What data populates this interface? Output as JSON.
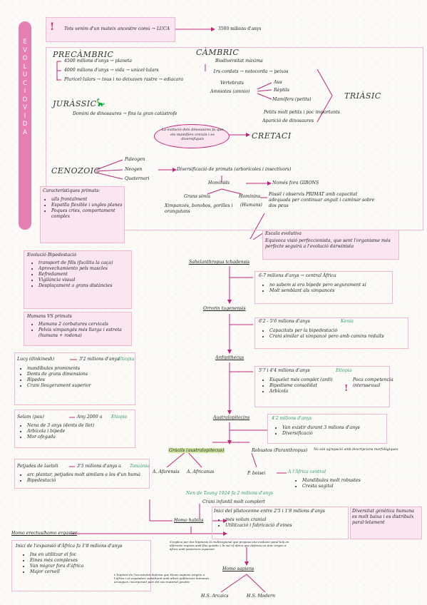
{
  "sidebar": {
    "letters": [
      "E",
      "V",
      "O",
      "L",
      "U",
      "C",
      "I",
      "O",
      " ",
      "V",
      "I",
      "D",
      "A"
    ]
  },
  "top": {
    "luca": "Tots venim d'un mateix ancestre comú → LUCA",
    "luca_age": "3500 milions d'anys"
  },
  "precambric": {
    "title": "PRECÀMBRIC",
    "items": [
      "4500 milions d'anys → planeta",
      "4000 milions d'anys → vida → unicel·lulars",
      "Pluricel·lulars → tous i no deixaven rastre → ediacara"
    ]
  },
  "cambric": {
    "title": "CÀMBRIC",
    "line1": "Biodiversitat màxima",
    "line2": "1rs cordats → notocorda → peixos",
    "vert": "Vertebrats",
    "amnio": "Amniotes (amnio)",
    "branches": [
      "Aus",
      "Rèptils",
      "Mamífers (petits)"
    ],
    "line3": "Petits molt petits i poc importants",
    "line4": "Aparició de dinosaures"
  },
  "triasic": "TRIÀSIC",
  "jurassic": {
    "title": "JURÀSSIC",
    "line": "Domini de dinosaures → fins la gran catàstrofe"
  },
  "extincio": "La extinció dels dinosaures fa que els mamífers creixin i es diversifiquin",
  "cretaci": "CRETACI",
  "cenozoic": {
    "title": "CENOZOIC",
    "branches": [
      "Paleogen",
      "Neogen",
      "Quaternari"
    ],
    "div": "Diversificació de primats (arborícoles i insectívors)",
    "hominids": "Homínids",
    "grans": "Grans simis",
    "hominins": "Homínins",
    "gibons": "Només fora GIBONS",
    "simis": "Ximpanzés, bonobos, gorilles i orangutans",
    "humans": "(Humans)",
    "fossil": "Fòssil i observis PRIMAT amb capacitat adequada per continuar anguit i caminar sobre dos peus"
  },
  "caract": {
    "title": "Característiques primats:",
    "items": [
      "ulls frontalment",
      "Espatlla flexible i ungles planes",
      "Poques cries, comportament complex"
    ]
  },
  "escala": {
    "title": "Escala evolutiva",
    "text": "Equivoca visió perfeccionista, que sent l'organisme més perfecte seguirà a l'evolució darwinista"
  },
  "bipedestacio": {
    "title": "Evolució Bipedestació",
    "items": [
      "transport de fills (facilita la caça)",
      "Aprovechamiento pels mascles",
      "Refredament",
      "Vigilància visual",
      "Desplaçament a grans distàncies"
    ]
  },
  "humans_primats": {
    "title": "Humans VS primats",
    "items": [
      "Humans 2 corbatures cervicals",
      "Pelvis ximpangés més llarga i estreta (humans + rodona)"
    ]
  },
  "sahel": {
    "name": "Sahelanthropus tchadensis",
    "age": "6-7 milions d'anys → central Àfrica",
    "items": [
      "no sabem si era bípede pero segurament sí",
      "Molt semblant als ximpancés"
    ]
  },
  "orrorin": {
    "name": "Orrorin tugenensis",
    "age": "6'2 - 5'6 milions d'anys",
    "place": "Kenia",
    "items": [
      "Capacitats per la bipedestació",
      "Crani similar al ximpanzé pero amb camins reduïts"
    ]
  },
  "ardi": {
    "name": "Ardipithecus",
    "age": "5'7 i 4'4 milions d'anys",
    "place": "Etiopia",
    "items": [
      "Esquelet més complet (ardi)",
      "Bipedisme consolidat",
      "Arbícola"
    ],
    "note": "Poca competencia interssexual"
  },
  "lucy": {
    "title": "Lucy (dinkinesh)",
    "age": "3'2 milions d'anys",
    "place": "Etiopia",
    "items": [
      "mandíbules prominents",
      "Dents de grans dimensions",
      "Bípedes",
      "Crani lleugerament superior"
    ]
  },
  "selam": {
    "title": "Selam (pau)",
    "age": "Any 2000 a",
    "place": "Etiopia",
    "items": [
      "Nena de 3 anys (dents de llet)",
      "Arbícola i bípede",
      "Mor ofegada"
    ]
  },
  "laetoli": {
    "title": "Petjades de laetoli",
    "age": "3'5 milions d'anys a",
    "place": "Tanzània",
    "items": [
      "arc plantar, petjades molt similars a les d'un humà",
      "Bipedestació"
    ]
  },
  "australo": {
    "name": "Australopitecins",
    "age": "4'2 milions d'anys",
    "items": [
      "Van existir durant 3 milions d'anys",
      "Diversificació"
    ]
  },
  "graciles": "Gràcils (australopitecus)",
  "robustos": "Robustos (Paranthropus)",
  "no_agrupacio": "No són agrupació amb descripcions morfològiques",
  "afarensis": "A. Afarensis",
  "africanus": "A. Africanus",
  "boisei": "P. boisei",
  "africa_central": "A l'Àfrica central",
  "robust_items": [
    "Mandíbules molt robustes",
    "Cresta sagital"
  ],
  "taung": "Nen de Taung 1924 fa 2 milions d'anys",
  "taung2": "Crani infantil molt complert",
  "habilis": {
    "name": "Homo habilis",
    "age": "Inici del plistocenne entre 2'5 i 1'8 milions d'anys",
    "items": [
      "més volum cranial",
      "Utilització i fabricació d'eines"
    ]
  },
  "diversitat": "Diversitat genètica humana es molt baixa i es distribuïx paral·lelament",
  "erectus": {
    "name": "Homo erectus/homo ergaster",
    "age": "Inici de l'expansió d'Àfrica fa 1'8 milions d'anys",
    "items": [
      "Ins en utilitzar el foc",
      "Eines més complexes",
      "Van migrar fora d'àfrica",
      "Major cervell"
    ]
  },
  "multi": "S'explica per dos hipòtesis la multiregional que proposa una evolució paral·lela en diferents regions amb flux genètic i la out of africa que defensa un únic origen a àfrica amb posteriors expansió",
  "out": "L'hipòtesi de l'excesivitat defensa que Homo sapiens sorgeix a l'Àfrica i es expandeix substituint amb altres poblacions humanes arcaiques, incorporant part del seu material genètic",
  "sapiens": {
    "name": "Homo sapiens",
    "branches": [
      "H.S. Arcaics",
      "H.S. Modern"
    ]
  }
}
